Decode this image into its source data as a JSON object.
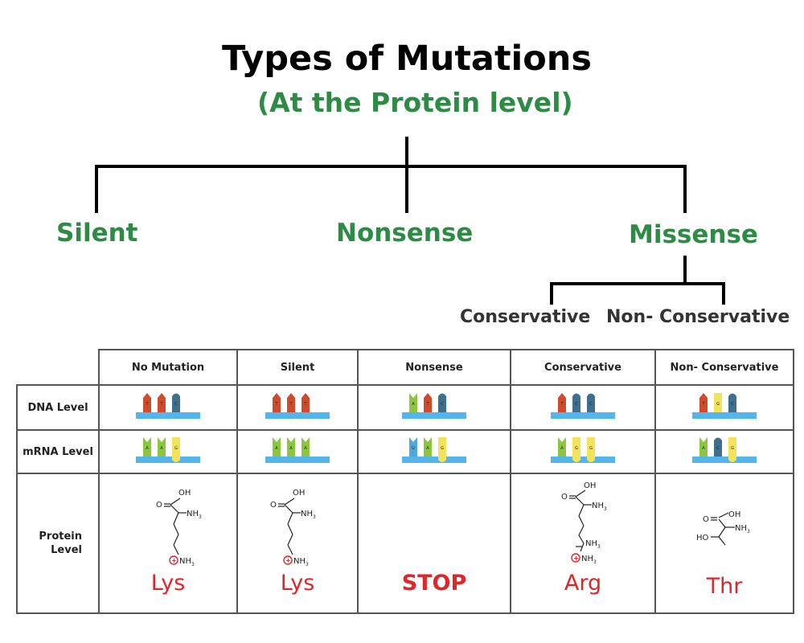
{
  "title": "Types of Mutations",
  "subtitle": "(At the Protein level)",
  "categories": {
    "silent": "Silent",
    "nonsense": "Nonsense",
    "missense": "Missense"
  },
  "missense_sub": {
    "conservative": "Conservative",
    "non_conservative": "Non- Conservative"
  },
  "table": {
    "headers": [
      "No Mutation",
      "Silent",
      "Nonsense",
      "Conservative",
      "Non- Conservative"
    ],
    "row_labels": {
      "dna": "DNA Level",
      "mrna": "mRNA Level",
      "protein_line1": "Protein",
      "protein_line2": "Level"
    },
    "dna_codons": [
      [
        "T",
        "T",
        "C"
      ],
      [
        "T",
        "T",
        "T"
      ],
      [
        "A",
        "T",
        "C"
      ],
      [
        "T",
        "C",
        "C"
      ],
      [
        "T",
        "G",
        "C"
      ]
    ],
    "mrna_codons": [
      [
        "A",
        "A",
        "G"
      ],
      [
        "A",
        "A",
        "A"
      ],
      [
        "U",
        "A",
        "G"
      ],
      [
        "A",
        "G",
        "G"
      ],
      [
        "A",
        "C",
        "G"
      ]
    ],
    "amino_acids": [
      "Lys",
      "Lys",
      "STOP",
      "Arg",
      "Thr"
    ],
    "chem_labels": {
      "oh": "OH",
      "o": "O",
      "nh3": "NH3",
      "nh": "NH3",
      "ho": "HO"
    }
  },
  "colors": {
    "title": "#000000",
    "green": "#2e8b46",
    "amino_red": "#e0262b",
    "base_T": "#cf4b2b",
    "base_C": "#3e6f8e",
    "base_A": "#8cc63f",
    "base_G": "#f2e35a",
    "base_U": "#4fa8dc",
    "backbone": "#54b4ec"
  }
}
